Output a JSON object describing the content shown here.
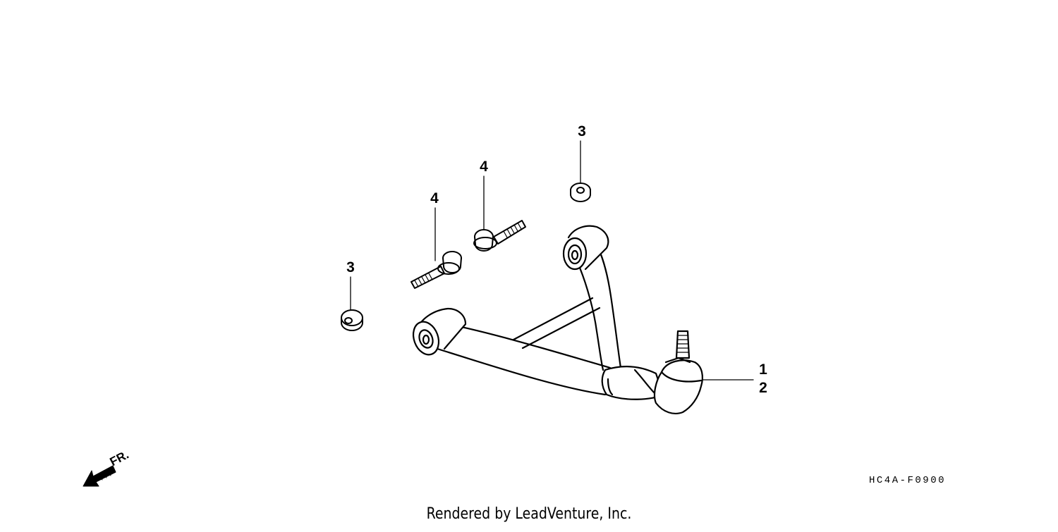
{
  "diagram": {
    "callouts": [
      {
        "id": "c3-top",
        "text": "3"
      },
      {
        "id": "c4-right",
        "text": "4"
      },
      {
        "id": "c4-left",
        "text": "4"
      },
      {
        "id": "c3-left",
        "text": "3"
      },
      {
        "id": "c1",
        "text": "1"
      },
      {
        "id": "c2",
        "text": "2"
      }
    ],
    "direction_label": "FR.",
    "drawing_code": "HC4A-F0900",
    "credit": "Rendered by LeadVenture, Inc."
  }
}
